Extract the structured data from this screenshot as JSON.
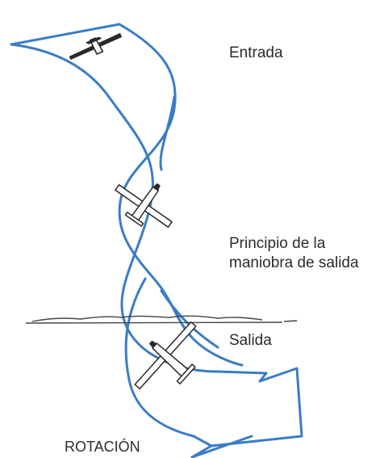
{
  "labels": {
    "entrada": "Entrada",
    "principio_line1": "Principio de la",
    "principio_line2": "maniobra de salida",
    "salida": "Salida",
    "rotacion": "ROTACIÓN"
  },
  "colors": {
    "ribbon": "#3a7cc7",
    "aircraft": "#2a2a2a",
    "horizon": "#444444",
    "text": "#2b2b2b"
  },
  "icons": [
    "glider-icon-top",
    "glider-icon-middle",
    "glider-icon-bottom",
    "horizon-line"
  ]
}
